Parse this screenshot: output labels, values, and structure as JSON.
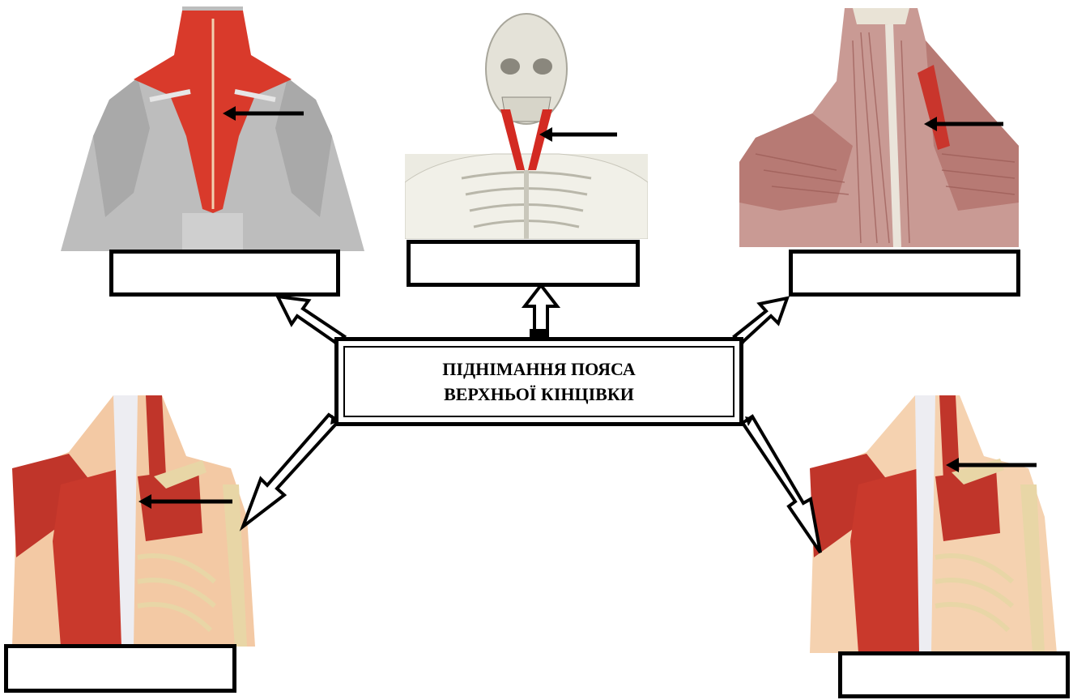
{
  "diagram": {
    "center_label_line1": "ПІДНІМАННЯ ПОЯСА",
    "center_label_line2": "ВЕРХНЬОЇ КІНЦІВКИ"
  },
  "answer_boxes": [
    {
      "id": "answer-box-1",
      "text": ""
    },
    {
      "id": "answer-box-2",
      "text": ""
    },
    {
      "id": "answer-box-3",
      "text": ""
    },
    {
      "id": "answer-box-4",
      "text": ""
    },
    {
      "id": "answer-box-5",
      "text": ""
    }
  ],
  "images": [
    {
      "name": "trapezius-back-illustration",
      "highlight": "#d93a2b"
    },
    {
      "name": "neck-skeleton-illustration",
      "highlight": "#d32a22"
    },
    {
      "name": "levator-scapulae-illustration",
      "highlight": "#b56663"
    },
    {
      "name": "rhomboid-left-illustration",
      "highlight": "#c0352a"
    },
    {
      "name": "rhomboid-right-illustration",
      "highlight": "#c0352a"
    }
  ],
  "colors": {
    "outline": "#000000",
    "muscle_red": "#d0392c",
    "skin": "#f3c9a4",
    "bone": "#e8d6a6",
    "grey_body": "#b9b9b9"
  }
}
